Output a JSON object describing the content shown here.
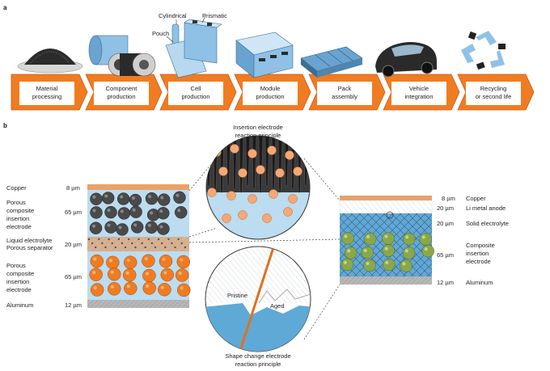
{
  "panel_a": {
    "label": "a",
    "steps": [
      {
        "line1": "Material",
        "line2": "processing"
      },
      {
        "line1": "Component",
        "line2": "production"
      },
      {
        "line1": "Cell",
        "line2": "production"
      },
      {
        "line1": "Module",
        "line2": "production"
      },
      {
        "line1": "Pack",
        "line2": "assembly"
      },
      {
        "line1": "Vehicle",
        "line2": "integration"
      },
      {
        "line1": "Recycling",
        "line2": "or second life"
      }
    ],
    "cell_types": {
      "pouch": "Pouch",
      "cylindrical": "Cylindrical",
      "prismatic": "Prismatic"
    },
    "colors": {
      "arrow": "#f07c22",
      "arrow_dark": "#c85a10",
      "cell_blue": "#8fc1e6"
    }
  },
  "panel_b": {
    "label": "b",
    "left_layers": [
      {
        "name": "Copper",
        "thickness": "8 µm"
      },
      {
        "name": "Porous composite insertion electrode",
        "line1": "Porous",
        "line2": "composite",
        "line3": "insertion",
        "line4": "electrode",
        "thickness": "65 µm"
      },
      {
        "name": "Liquid electrolyte Porous separator",
        "line1": "Liquid electrolyte",
        "line2": "Porous separator",
        "thickness": "20 µm"
      },
      {
        "name": "Porous composite insertion electrode",
        "line1": "Porous",
        "line2": "composite",
        "line3": "insertion",
        "line4": "electrode",
        "thickness": "65 µm"
      },
      {
        "name": "Aluminum",
        "thickness": "12 µm"
      }
    ],
    "right_layers": [
      {
        "thickness": "8 µm",
        "name": "Copper"
      },
      {
        "thickness": "20 µm",
        "name": "Li metal anode"
      },
      {
        "thickness": "20 µm",
        "name": "Solid electrolyte"
      },
      {
        "thickness": "65 µm",
        "line1": "Composite",
        "line2": "insertion",
        "line3": "electrode"
      },
      {
        "thickness": "12 µm",
        "name": "Aluminum"
      }
    ],
    "insertion_title": {
      "line1": "Insertion electrode",
      "line2": "reaction principle"
    },
    "shape_change_title": {
      "line1": "Shape change electrode",
      "line2": "reaction principle"
    },
    "pristine": "Pristine",
    "aged": "Aged",
    "colors": {
      "copper": "#e8a26b",
      "aluminum": "#b7b7b7",
      "electrolyte": "#bcdcf0",
      "dark_particle": "#4a4a4a",
      "orange_particle": "#f07c22",
      "green_particle": "#8aa84a",
      "blue_fill": "#5ea9d6"
    }
  }
}
